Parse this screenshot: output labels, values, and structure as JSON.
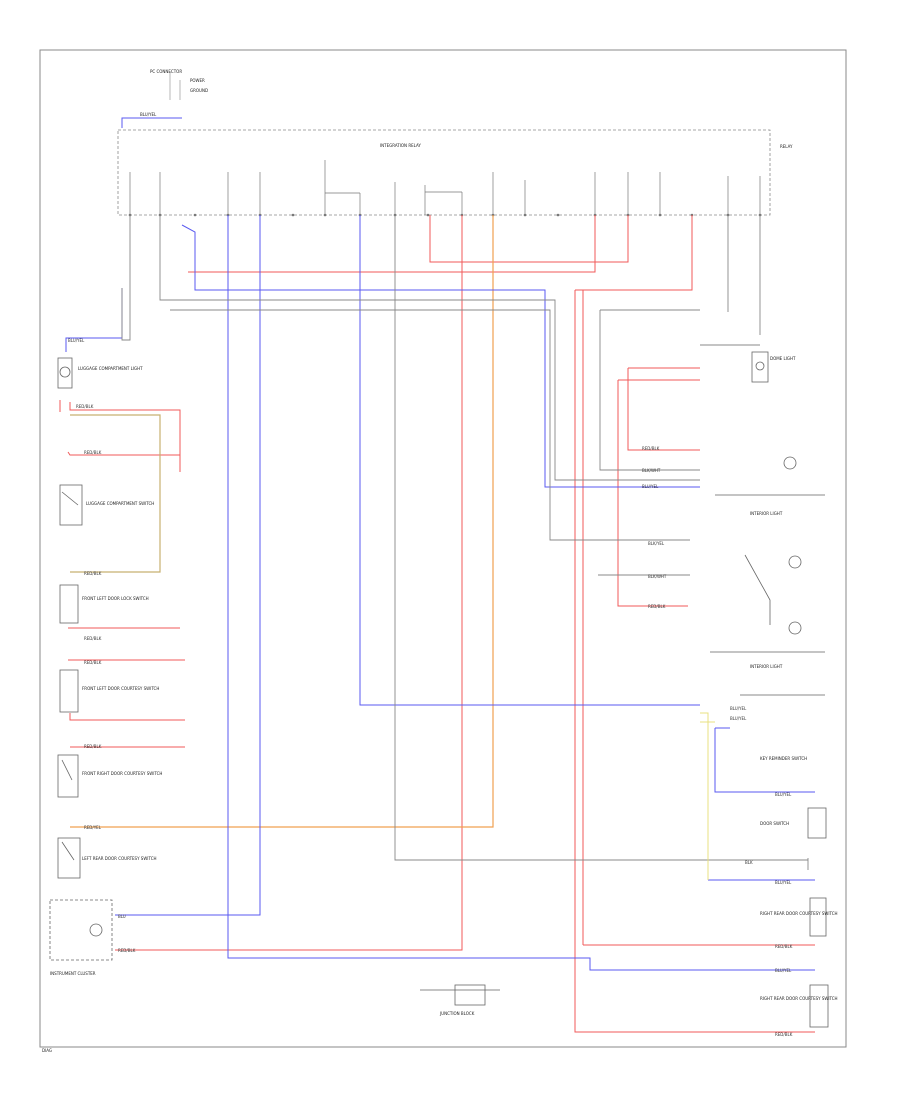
{
  "diagram": {
    "legend": [
      "PC CONNECTOR",
      "POWER",
      "GROUND"
    ],
    "module_name": "INTEGRATION RELAY",
    "components": {
      "luggage_lamp": "LUGGAGE COMPARTMENT LIGHT",
      "luggage_switch": "LUGGAGE COMPARTMENT SWITCH",
      "front_left_door_lock": "FRONT LEFT DOOR LOCK SWITCH",
      "front_left_door": "FRONT LEFT DOOR COURTESY SWITCH",
      "front_right_door": "FRONT RIGHT DOOR COURTESY SWITCH",
      "left_rear_door": "LEFT REAR DOOR COURTESY SWITCH",
      "key_reminder": "KEY REMINDER SWITCH",
      "dome_light": "DOME LIGHT",
      "interior_light_1": "INTERIOR LIGHT",
      "interior_light_2": "INTERIOR LIGHT",
      "door_switch_right": "DOOR SWITCH",
      "rear_door_right": "RIGHT REAR DOOR COURTESY SWITCH",
      "right_rear_2": "RIGHT REAR DOOR COURTESY SWITCH",
      "instrument_cluster": "INSTRUMENT CLUSTER",
      "junction_block": "JUNCTION BLOCK"
    },
    "page_ref": "DIAG"
  }
}
